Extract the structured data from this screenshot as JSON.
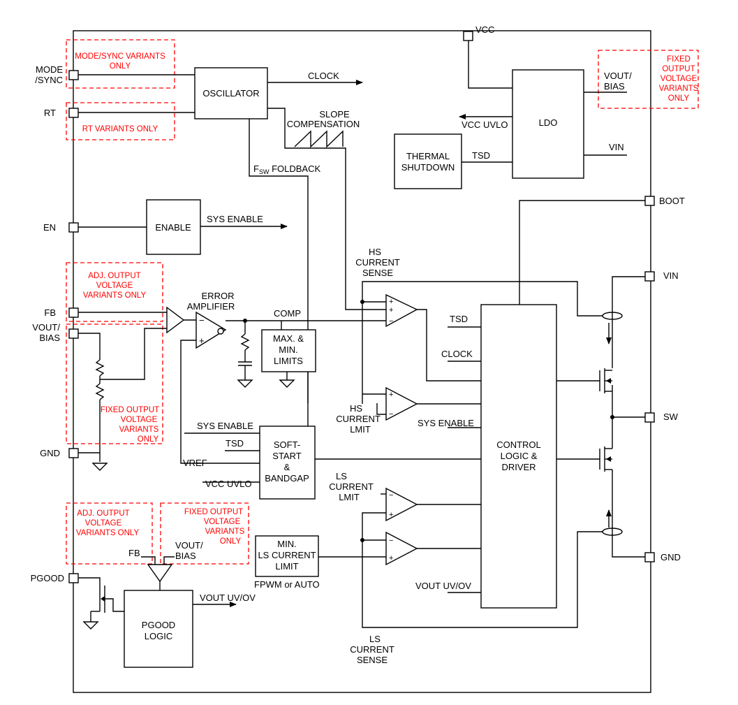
{
  "pins": {
    "vcc": "VCC",
    "mode_sync": [
      "MODE",
      "/SYNC"
    ],
    "rt": "RT",
    "en": "EN",
    "fb": "FB",
    "vout_bias": [
      "VOUT/",
      "BIAS"
    ],
    "gnd_left": "GND",
    "pgood": "PGOOD",
    "boot": "BOOT",
    "vin": "VIN",
    "sw": "SW",
    "gnd_right": "GND"
  },
  "blocks": {
    "oscillator": "OSCILLATOR",
    "ldo": "LDO",
    "thermal_shutdown": [
      "THERMAL",
      "SHUTDOWN"
    ],
    "enable": "ENABLE",
    "max_min_limits": [
      "MAX. &",
      "MIN.",
      "LIMITS"
    ],
    "soft_start_bandgap": [
      "SOFT-",
      "START",
      "&",
      "BANDGAP"
    ],
    "control_logic": [
      "CONTROL",
      "LOGIC &",
      "DRIVER"
    ],
    "min_ls_current_limit": [
      "MIN.",
      "LS CURRENT",
      "LIMIT"
    ],
    "pgood_logic": [
      "PGOOD",
      "LOGIC"
    ]
  },
  "signals": {
    "clock": "CLOCK",
    "slope_compensation": [
      "SLOPE",
      "COMPENSATION"
    ],
    "fsw_foldback_prefix": "F",
    "fsw_foldback_sub": "SW",
    "fsw_foldback_suffix": " FOLDBACK",
    "vcc_uvlo": "VCC UVLO",
    "tsd": "TSD",
    "vin_ldo": "VIN",
    "vout_bias_ldo": [
      "VOUT/",
      "BIAS"
    ],
    "sys_enable": "SYS ENABLE",
    "error_amplifier": [
      "ERROR",
      "AMPLIFIER"
    ],
    "comp": "COMP",
    "hs_current_sense": [
      "HS",
      "CURRENT",
      "SENSE"
    ],
    "hs_current_limit": [
      "HS",
      "CURRENT",
      "LMIT"
    ],
    "ls_current_limit": [
      "LS",
      "CURRENT",
      "LMIT"
    ],
    "ls_current_sense": [
      "LS",
      "CURRENT",
      "SENSE"
    ],
    "tsd_ctrl": "TSD",
    "clock_ctrl": "CLOCK",
    "sys_enable_ctrl": "SYS ENABLE",
    "sys_enable_ss": "SYS ENABLE",
    "tsd_ss": "TSD",
    "vref": "VREF",
    "vcc_uvlo_ss": "VCC UVLO",
    "fpwm_auto": "FPWM or AUTO",
    "vout_uvov_ctrl": "VOUT UV/OV",
    "vout_uvov_pgood": "VOUT UV/OV",
    "fb_pgood": "FB",
    "vout_bias_pgood": [
      "VOUT/",
      "BIAS"
    ]
  },
  "variants": {
    "mode_sync_only": [
      "MODE/SYNC VARIANTS",
      "ONLY"
    ],
    "rt_only": "RT VARIANTS ONLY",
    "fixed_output_top": [
      "FIXED",
      "OUTPUT",
      "VOLTAGE",
      "VARIANTS",
      "ONLY"
    ],
    "adj_output_fb": [
      "ADJ. OUTPUT",
      "VOLTAGE",
      "VARIANTS ONLY"
    ],
    "fixed_output_left": [
      "FIXED OUTPUT",
      "VOLTAGE",
      "VARIANTS",
      "ONLY"
    ],
    "adj_output_pgood": [
      "ADJ. OUTPUT",
      "VOLTAGE",
      "VARIANTS ONLY"
    ],
    "fixed_output_pgood": [
      "FIXED OUTPUT",
      "VOLTAGE",
      "VARIANTS",
      "ONLY"
    ]
  },
  "colors": {
    "variant_annotation": "#ff0000",
    "line": "#000000"
  }
}
